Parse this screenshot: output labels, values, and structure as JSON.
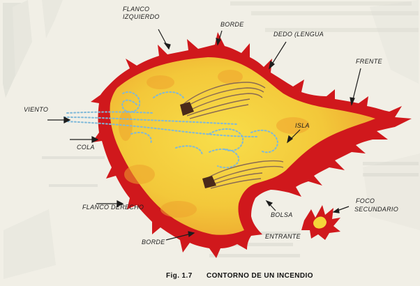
{
  "labels": {
    "flanco_izquierdo_1": "FLANCO",
    "flanco_izquierdo_2": "IZQUIERDO",
    "borde_top": "BORDE",
    "dedo_1": "DEDO (LENGUA",
    "frente": "FRENTE",
    "viento": "VIENTO",
    "cola": "COLA",
    "isla": "ISLA",
    "foco_1": "FOCO",
    "foco_2": "SECUNDARIO",
    "bolsa_1": "BOLSA",
    "bolsa_2": "ENTRANTE",
    "flanco_derecho": "FLANCO DERECHO",
    "borde_bottom": "BORDE"
  },
  "caption": {
    "number": "Fig. 1.7",
    "title": "CONTORNO DE UN INCENDIO"
  },
  "colors": {
    "flame_red": "#d0181c",
    "fill_yellow": "#f5d53a",
    "fill_orange": "#eea32d",
    "wind_blue": "#7fb9d9",
    "smoke_brown": "#8a6a52",
    "paper": "#f1efe6"
  }
}
